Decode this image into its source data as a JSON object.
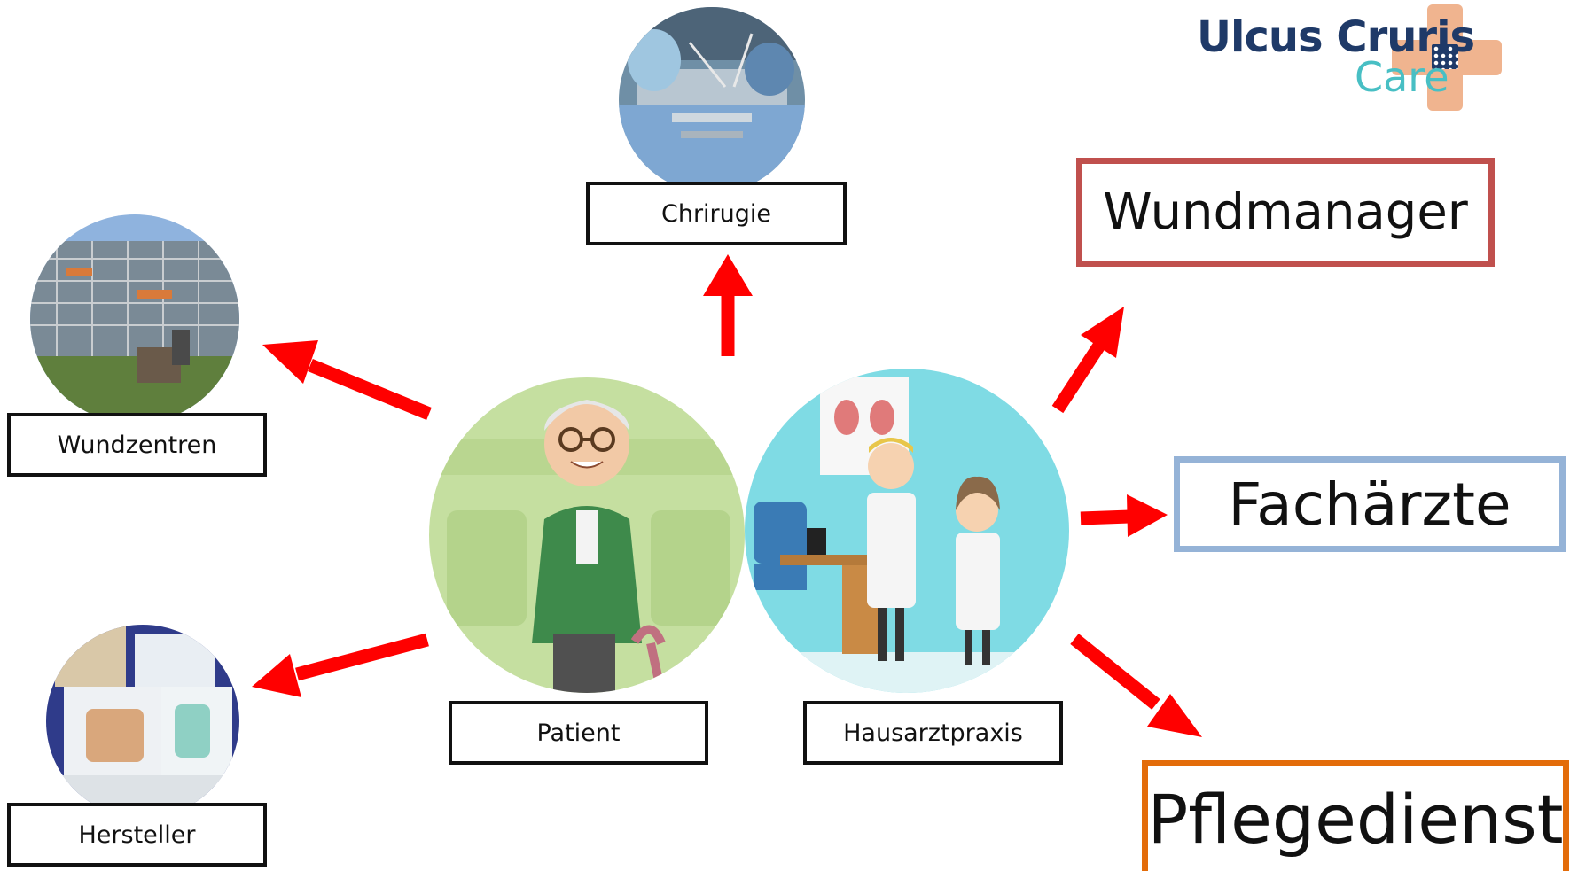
{
  "logo": {
    "line1": "Ulcus Cruris",
    "line2": "Care",
    "colors": {
      "navy": "#1f3a68",
      "teal": "#48bfc4",
      "plaster": "#f0b48f"
    }
  },
  "nodes": {
    "chirurgie": {
      "label": "Chrirugie",
      "icon": "surgery-photo"
    },
    "wundzentren": {
      "label": "Wundzentren",
      "icon": "building-photo"
    },
    "hersteller": {
      "label": "Hersteller",
      "icon": "dressings-photo"
    },
    "patient": {
      "label": "Patient",
      "icon": "elderly-woman-illustration"
    },
    "hausarztpraxis": {
      "label": "Hausarztpraxis",
      "icon": "doctors-illustration"
    },
    "wundmanager": {
      "label": "Wundmanager",
      "border_color": "#c0504d"
    },
    "fachaerzte": {
      "label": "Fachärzte",
      "border_color": "#95b3d7"
    },
    "pflegedienst": {
      "label": "Pflegedienst",
      "border_color": "#e36c0a"
    }
  },
  "arrow_color": "#ff0000"
}
